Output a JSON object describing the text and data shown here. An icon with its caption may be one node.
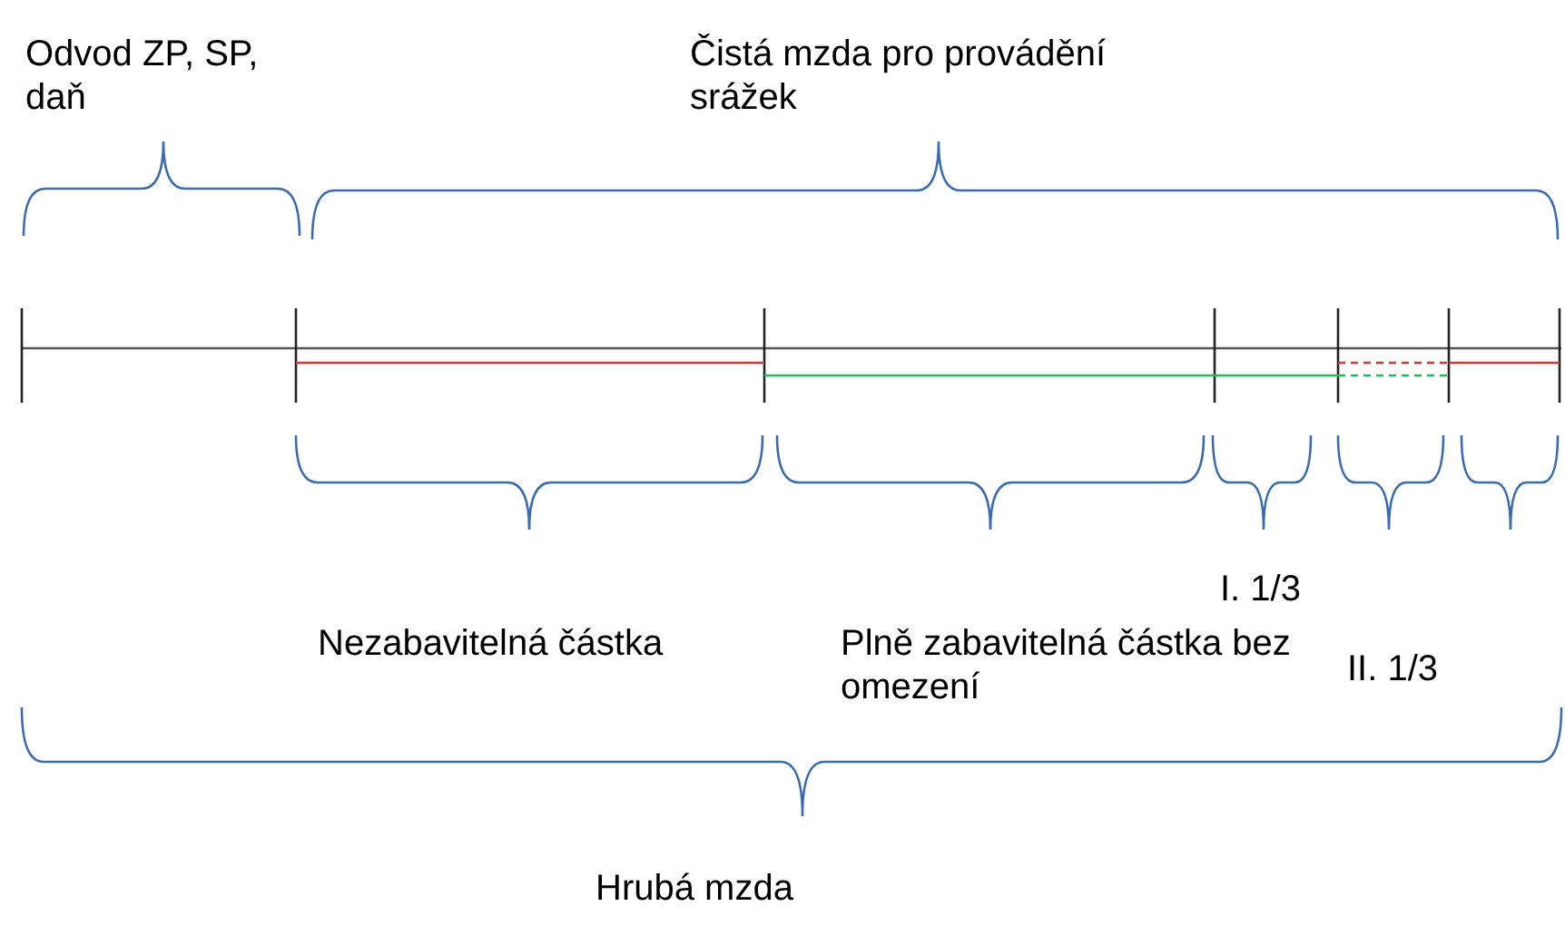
{
  "diagram": {
    "labels": [
      "Odvod ZP, SP, daň",
      "Čistá mzda pro provádění srážek",
      "Nezabavitelná částka",
      "Plně zabavitelná částka bez omezení",
      "I. 1/3",
      "II. 1/3",
      "Hrubá mzda"
    ]
  }
}
